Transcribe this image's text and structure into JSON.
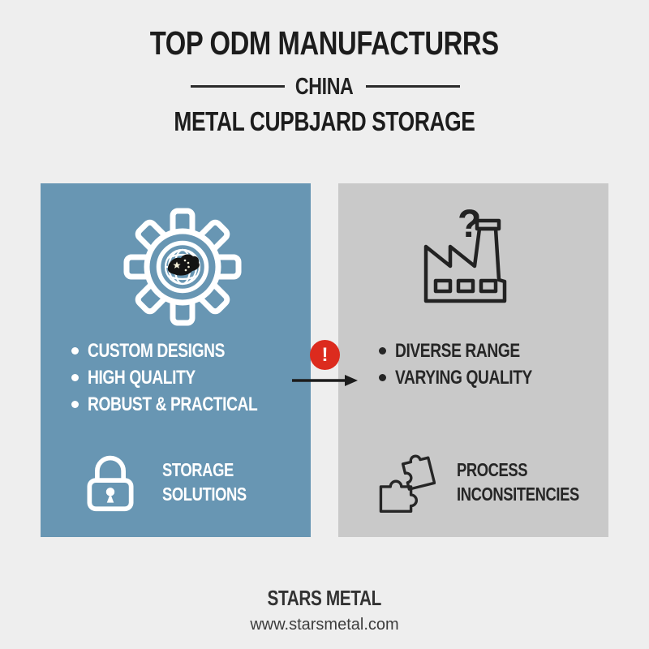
{
  "header": {
    "title": "TOP ODM MANUFACTURRS",
    "region": "CHINA",
    "subtitle": "METAL CUPBJARD STORAGE"
  },
  "left_panel": {
    "bg_color": "#6896b3",
    "main_icon": "gear-globe-china-icon",
    "bullets": [
      "CUSTOM DESIGNS",
      "HIGH QUALITY",
      "ROBUST & PRACTICAL"
    ],
    "feature_icon": "padlock-icon",
    "feature_line1": "STORAGE",
    "feature_line2": "SOLUTIONS"
  },
  "right_panel": {
    "bg_color": "#c9c9c9",
    "main_icon": "factory-question-icon",
    "question_glyph": "?",
    "bullets": [
      "DIVERSE RANGE",
      "VARYING QUALITY"
    ],
    "feature_icon": "puzzle-icon",
    "feature_line1": "PROCESS",
    "feature_line2": "INCONSITENCIES"
  },
  "connector": {
    "alert_icon": "alert-exclamation-icon",
    "alert_glyph": "!",
    "alert_color": "#dc2b1e",
    "arrow_icon": "right-arrow-icon"
  },
  "footer": {
    "brand": "STARS METAL",
    "website": "www.starsmetal.com"
  },
  "colors": {
    "background": "#eeeeee",
    "panel_blue": "#6896b3",
    "panel_gray": "#c9c9c9",
    "text_dark": "#1e1e1e",
    "text_light": "#ffffff",
    "alert_red": "#dc2b1e"
  }
}
